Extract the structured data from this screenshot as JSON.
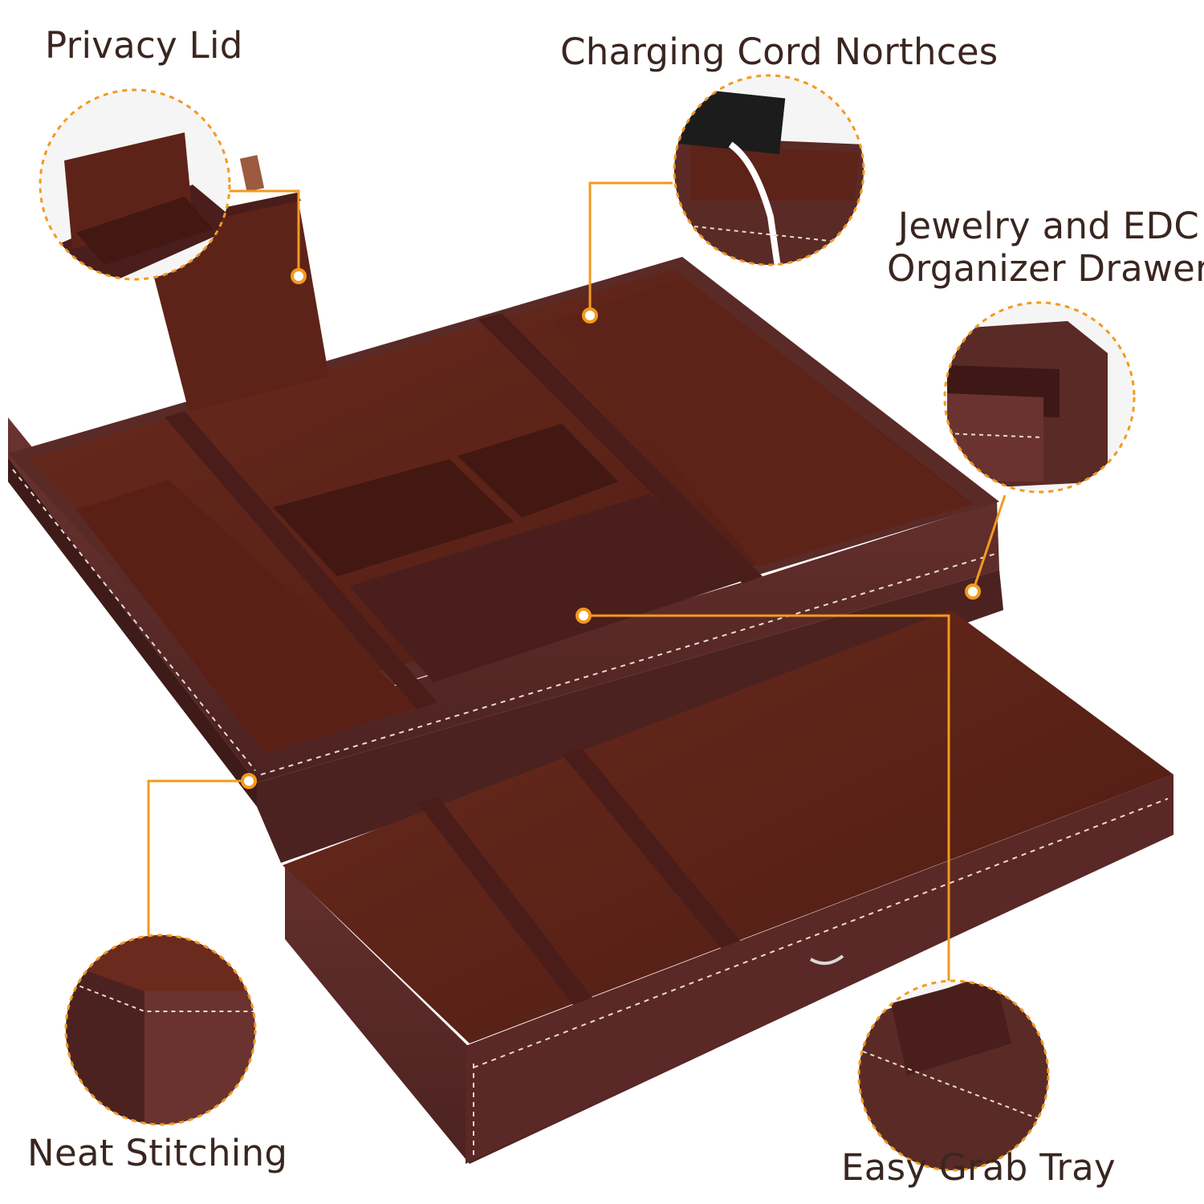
{
  "labels": {
    "privacy_lid": "Privacy Lid",
    "charging_cord": "Charging Cord Northces",
    "jewelry_drawer_line1": "Jewelry and EDC",
    "jewelry_drawer_line2": "Organizer Drawer",
    "neat_stitching": "Neat Stitching",
    "easy_grab_tray": "Easy Grab Tray"
  },
  "colors": {
    "leather": "#5a2a27",
    "leather_dark": "#3d1816",
    "velvet": "#5b2318",
    "stitch": "#e8dcd0",
    "callout": "#f39a1e",
    "text": "#3a2620"
  },
  "icons": [
    "privacy-lid-closeup",
    "charging-notch-closeup",
    "drawer-closeup",
    "stitching-closeup",
    "grab-tray-closeup",
    "drawer-pull-handle-icon"
  ]
}
